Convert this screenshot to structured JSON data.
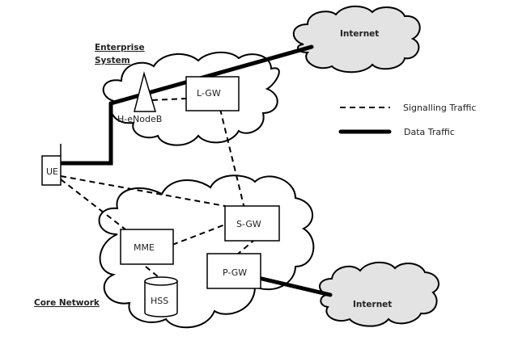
{
  "diagram": {
    "groups": {
      "enterprise": "Enterprise System",
      "enterprise_line1": "Enterprise",
      "enterprise_line2": "System",
      "core": "Core Network"
    },
    "nodes": {
      "ue": "UE",
      "henodeb": "H-eNodeB",
      "lgw": "L-GW",
      "sgw": "S-GW",
      "mme": "MME",
      "pgw": "P-GW",
      "hss": "HSS",
      "internet_top": "Internet",
      "internet_bottom": "Internet"
    },
    "legend": {
      "signalling": "Signalling Traffic",
      "data": "Data Traffic"
    },
    "edges": [
      {
        "from": "UE",
        "to": "H-eNodeB",
        "type": "data"
      },
      {
        "from": "H-eNodeB",
        "to": "Internet (top)",
        "type": "data"
      },
      {
        "from": "H-eNodeB",
        "to": "L-GW",
        "type": "signalling"
      },
      {
        "from": "L-GW",
        "to": "S-GW",
        "type": "signalling"
      },
      {
        "from": "UE",
        "to": "S-GW",
        "type": "signalling"
      },
      {
        "from": "UE",
        "to": "MME",
        "type": "signalling"
      },
      {
        "from": "MME",
        "to": "S-GW",
        "type": "signalling"
      },
      {
        "from": "MME",
        "to": "HSS",
        "type": "signalling"
      },
      {
        "from": "S-GW",
        "to": "P-GW",
        "type": "signalling"
      },
      {
        "from": "P-GW",
        "to": "Internet (bottom)",
        "type": "data"
      }
    ]
  }
}
